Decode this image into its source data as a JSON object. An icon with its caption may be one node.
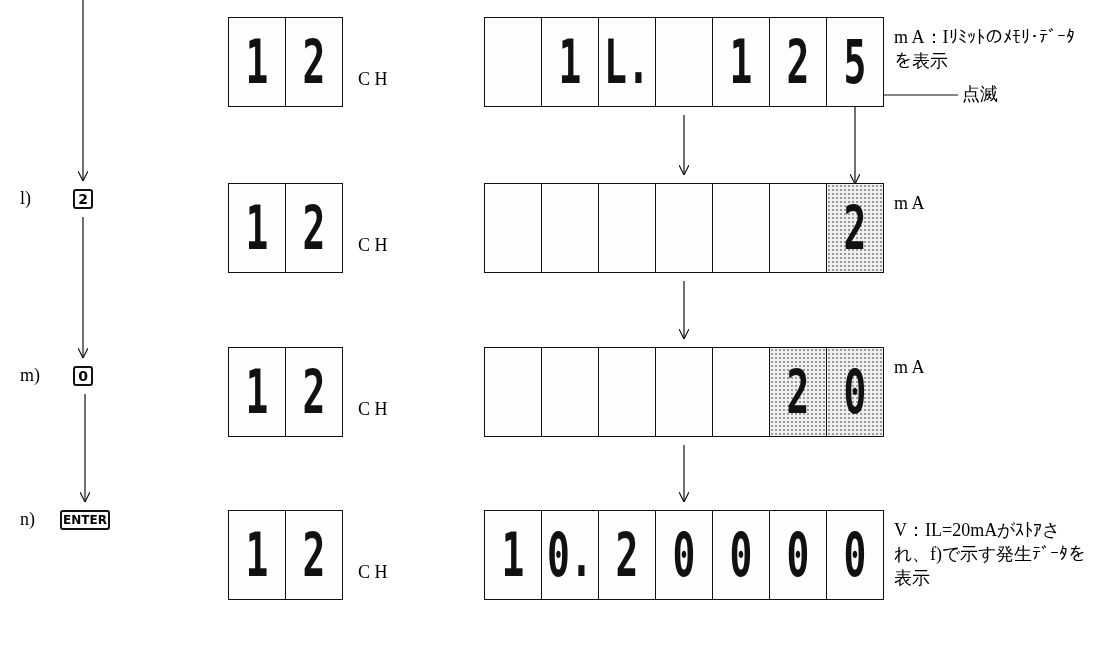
{
  "diagram": {
    "nodes": [
      {
        "text": [],
        "shape": "box",
        "beside": [
          "C H"
        ]
      },
      {
        "text": [
          "1"
        ],
        "in": 0
      },
      {
        "text": [
          "2"
        ],
        "in": 0
      },
      {
        "text": [],
        "shape": "box",
        "beside": [
          "m A：Iﾘﾐｯﾄのﾒﾓﾘ･ﾃﾞｰﾀを表示"
        ]
      },
      {
        "text": [],
        "shape": "box",
        "in": 3
      },
      {
        "text": [
          "1"
        ],
        "in": 3
      },
      {
        "text": [
          "L."
        ],
        "in": 3
      },
      {
        "text": [],
        "shape": "box",
        "in": 3
      },
      {
        "text": [
          "1"
        ],
        "in": 3
      },
      {
        "text": [
          "2"
        ],
        "in": 3
      },
      {
        "text": [
          "5"
        ],
        "in": 3
      },
      {
        "text": [
          "点滅"
        ]
      },
      {
        "text": [
          "2"
        ],
        "beside": [
          "l)"
        ]
      },
      {
        "text": [],
        "shape": "box",
        "beside": [
          "C H"
        ]
      },
      {
        "text": [
          "1"
        ],
        "in": 13
      },
      {
        "text": [
          "2"
        ],
        "in": 13
      },
      {
        "text": [],
        "shape": "box",
        "beside": [
          "m A"
        ]
      },
      {
        "text": [],
        "shape": "box",
        "in": 16
      },
      {
        "text": [],
        "shape": "box",
        "in": 16
      },
      {
        "text": [],
        "shape": "box",
        "in": 16
      },
      {
        "text": [],
        "shape": "box",
        "in": 16
      },
      {
        "text": [],
        "shape": "box",
        "in": 16
      },
      {
        "text": [],
        "shape": "box",
        "in": 16
      },
      {
        "text": [
          "2"
        ],
        "in": 16
      },
      {
        "text": [
          "0"
        ],
        "beside": [
          "m)"
        ]
      },
      {
        "text": [],
        "shape": "box",
        "beside": [
          "C H"
        ]
      },
      {
        "text": [
          "1"
        ],
        "in": 25
      },
      {
        "text": [
          "2"
        ],
        "in": 25
      },
      {
        "text": [],
        "shape": "box",
        "beside": [
          "m A"
        ]
      },
      {
        "text": [],
        "shape": "box",
        "in": 28
      },
      {
        "text": [],
        "shape": "box",
        "in": 28
      },
      {
        "text": [],
        "shape": "box",
        "in": 28
      },
      {
        "text": [],
        "shape": "box",
        "in": 28
      },
      {
        "text": [],
        "shape": "box",
        "in": 28
      },
      {
        "text": [
          "2"
        ],
        "in": 28
      },
      {
        "text": [
          "0"
        ],
        "in": 28
      },
      {
        "text": [
          "ENTER"
        ],
        "beside": [
          "n)"
        ]
      },
      {
        "text": [],
        "shape": "box",
        "beside": [
          "C H"
        ]
      },
      {
        "text": [
          "1"
        ],
        "in": 37
      },
      {
        "text": [
          "2"
        ],
        "in": 37
      },
      {
        "text": [],
        "shape": "box",
        "beside": [
          "V：IL=20mAがｽﾄｱされ、f)で示す発生ﾃﾞｰﾀを表示"
        ]
      },
      {
        "text": [
          "1"
        ],
        "in": 40
      },
      {
        "text": [
          "0."
        ],
        "in": 40
      },
      {
        "text": [
          "2"
        ],
        "in": 40
      },
      {
        "text": [
          "0"
        ],
        "in": 40
      },
      {
        "text": [
          "0"
        ],
        "in": 40
      },
      {
        "text": [
          "0"
        ],
        "in": 40
      },
      {
        "text": [
          "0"
        ],
        "in": 40
      }
    ],
    "edges": [
      {
        "from": null,
        "to": 12,
        "arrow": "to"
      },
      {
        "from": 12,
        "to": 24,
        "arrow": "to"
      },
      {
        "from": 24,
        "to": 36,
        "arrow": "to"
      },
      {
        "from": 3,
        "to": 16,
        "arrow": "to"
      },
      {
        "from": 16,
        "to": 28,
        "arrow": "to"
      },
      {
        "from": 28,
        "to": 40,
        "arrow": "to"
      },
      {
        "from": 11,
        "to": 23,
        "arrow": "to"
      }
    ]
  }
}
